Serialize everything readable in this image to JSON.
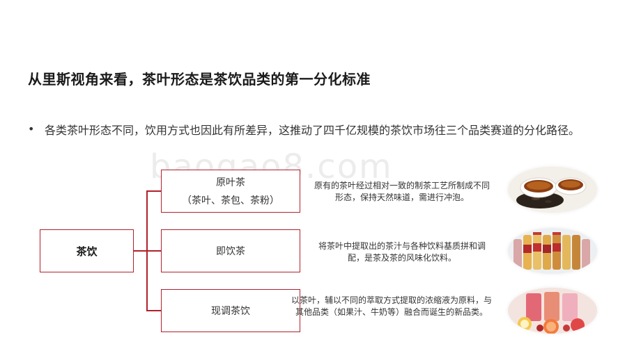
{
  "title": "从里斯视角来看，茶叶形态是茶饮品类的第一分化标准",
  "bullet": {
    "dot": "•",
    "text": "各类茶叶形态不同，饮用方式也因此有所差异，这推动了四千亿规模的茶饮市场往三个品类赛道的分化路径。"
  },
  "watermark": "baogao8.com",
  "diagram": {
    "root": "茶饮",
    "branches": [
      {
        "label": "原叶茶",
        "sublabel": "（茶叶、茶包、茶粉）",
        "description": "原有的茶叶经过相对一致的制茶工艺所制成不同形态，保持天然味道，需进行冲泡。",
        "image": "tea-cups-with-leaves"
      },
      {
        "label": "即饮茶",
        "sublabel": "",
        "description": "将茶叶中提取出的茶汁与各种饮料基质拼和调配，是茶及茶的风味化饮料。",
        "image": "bottled-tea-drinks"
      },
      {
        "label": "现调茶饮",
        "sublabel": "",
        "description": "以茶叶，辅以不同的萃取方式提取的浓缩液为原料，与其他品类（如果汁、牛奶等）融合而诞生的新品类。",
        "image": "fruit-tea-cups"
      }
    ]
  },
  "colors": {
    "accent": "#b0202a",
    "text": "#333333",
    "title": "#1a1a1a"
  }
}
